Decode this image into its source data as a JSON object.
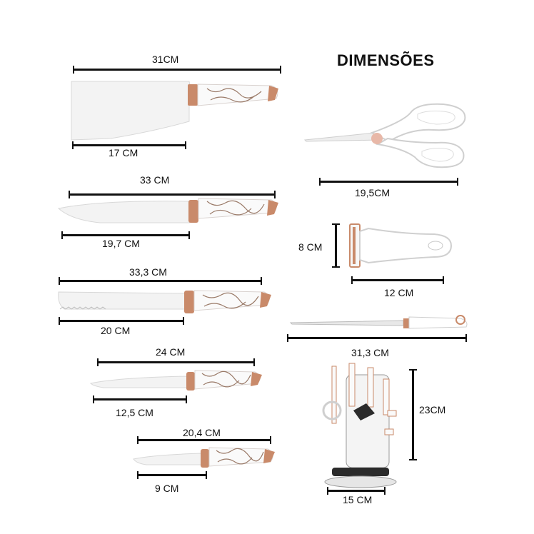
{
  "heading": "DIMENSÕES",
  "measurements": {
    "cleaver_total": "31CM",
    "cleaver_blade": "17 CM",
    "chef_total": "33 CM",
    "chef_blade": "19,7 CM",
    "bread_total": "33,3 CM",
    "bread_blade": "20 CM",
    "utility_total": "24 CM",
    "utility_blade": "12,5 CM",
    "paring_total": "20,4 CM",
    "paring_blade": "9 CM",
    "scissors": "19,5CM",
    "peeler_height": "8 CM",
    "peeler_width": "12 CM",
    "sharpener": "31,3 CM",
    "block_height": "23CM",
    "block_width": "15 CM"
  },
  "colors": {
    "blade": "#f2f2f2",
    "handle": "#ffffff",
    "marble_vein": "#8a6b5a",
    "bolster": "#c98a6a",
    "line": "#111111"
  }
}
